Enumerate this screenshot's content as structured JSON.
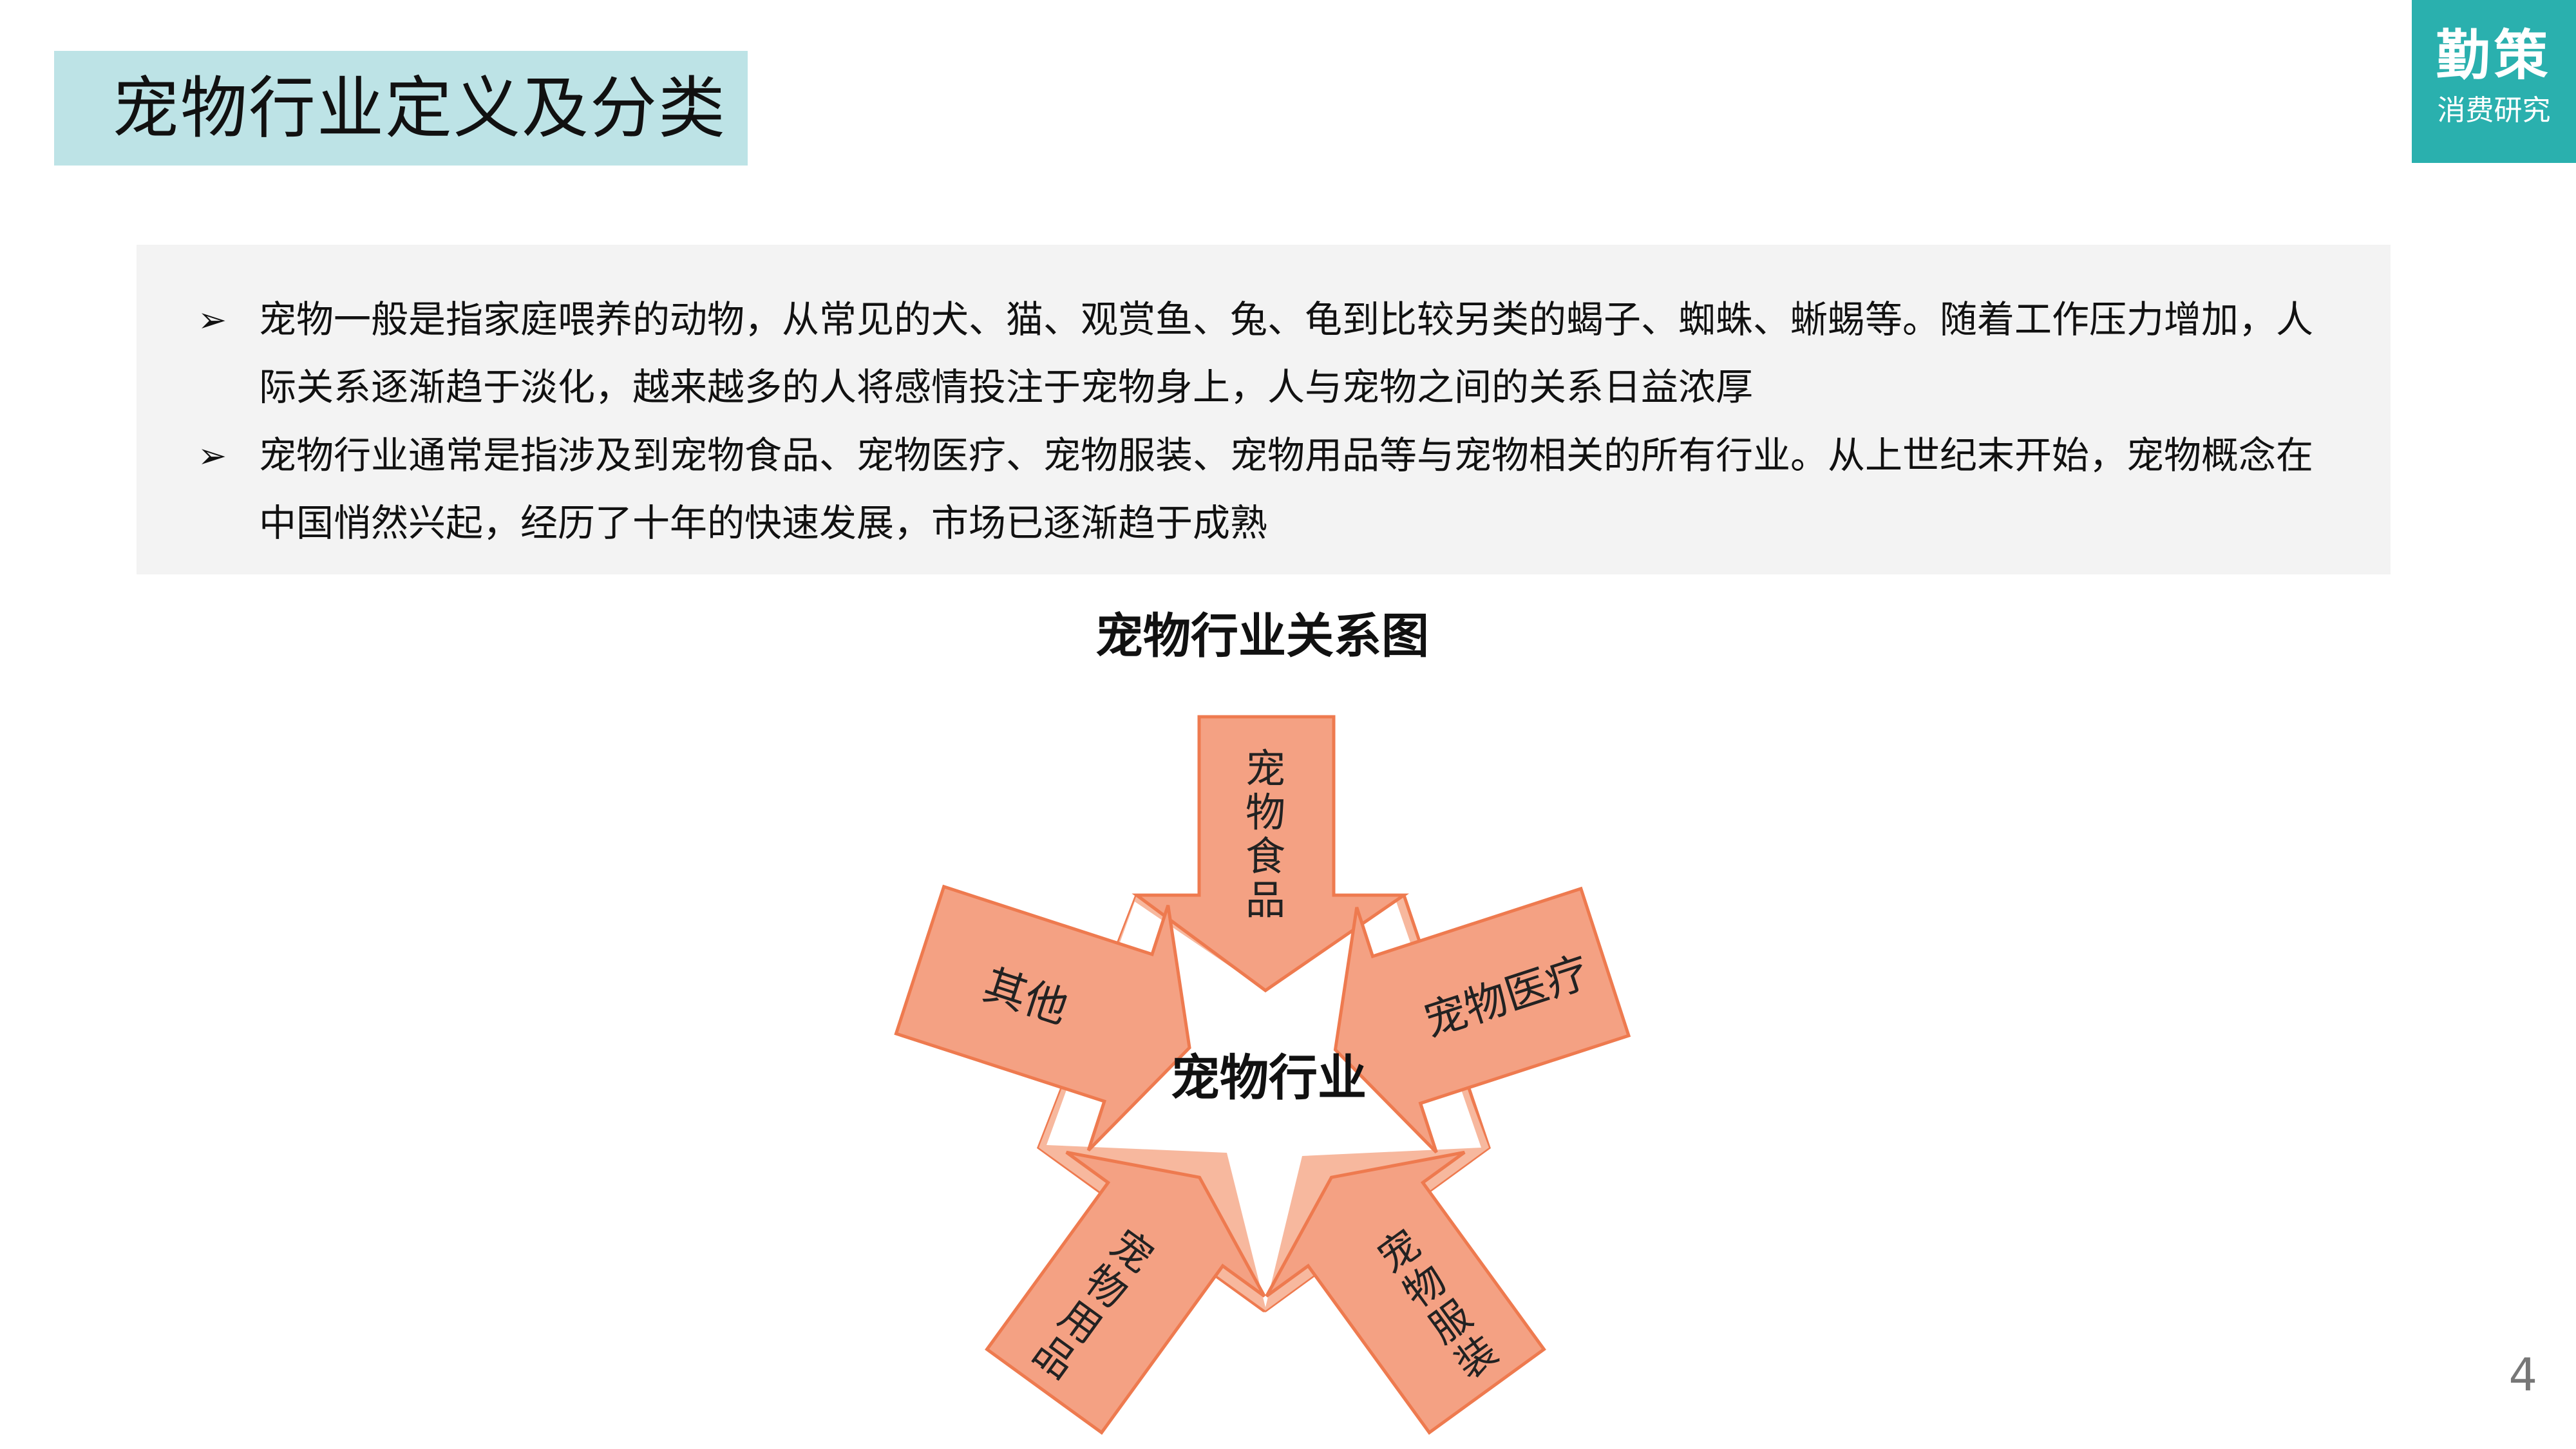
{
  "header": {
    "title": "宠物行业定义及分类"
  },
  "logo": {
    "main": "勤策",
    "sub": "消费研究"
  },
  "intro": {
    "bullets": [
      "宠物一般是指家庭喂养的动物，从常见的犬、猫、观赏鱼、兔、龟到比较另类的蝎子、蜘蛛、蜥蜴等。随着工作压力增加，人际关系逐渐趋于淡化，越来越多的人将感情投注于宠物身上，人与宠物之间的关系日益浓厚",
      "宠物行业通常是指涉及到宠物食品、宠物医疗、宠物服装、宠物用品等与宠物相关的所有行业。从上世纪末开始，宠物概念在中国悄然兴起，经历了十年的快速发展，市场已逐渐趋于成熟"
    ]
  },
  "diagram": {
    "title": "宠物行业关系图",
    "center": "宠物行业",
    "segments": {
      "food": "宠物食品",
      "medical": "宠物医疗",
      "clothing": "宠物服装",
      "supplies": "宠物用品",
      "other": "其他"
    },
    "colors": {
      "arrow_fill": "#f4a183",
      "arrow_stroke": "#ee7a4f"
    }
  },
  "footer": {
    "page_number": "4"
  }
}
